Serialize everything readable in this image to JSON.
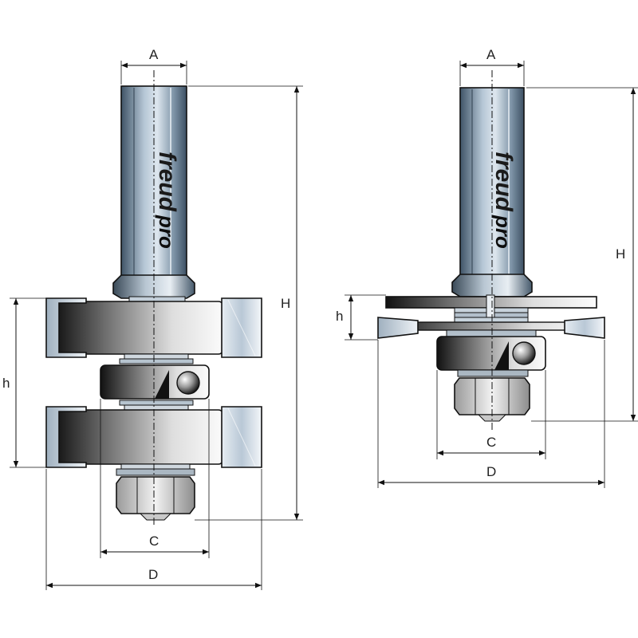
{
  "left_view": {
    "dim_shank_diameter": "A",
    "dim_overall_height": "H",
    "dim_cutting_height": "h",
    "dim_bearing_diameter": "C",
    "dim_cutting_diameter": "D",
    "brand_name": "freud",
    "brand_suffix": "pro"
  },
  "right_view": {
    "dim_shank_diameter": "A",
    "dim_overall_height": "H",
    "dim_cutting_height": "h",
    "dim_bearing_diameter": "C",
    "dim_cutting_diameter": "D",
    "brand_name": "freud",
    "brand_suffix": "pro"
  },
  "colors": {
    "steel_blue_dark": "#4a5f72",
    "steel_blue_light": "#c9d6e2",
    "cutter_dark": "#1e1e1e",
    "cutter_light": "#f4f4f4",
    "carbide_tip": "#b8c6d4"
  }
}
